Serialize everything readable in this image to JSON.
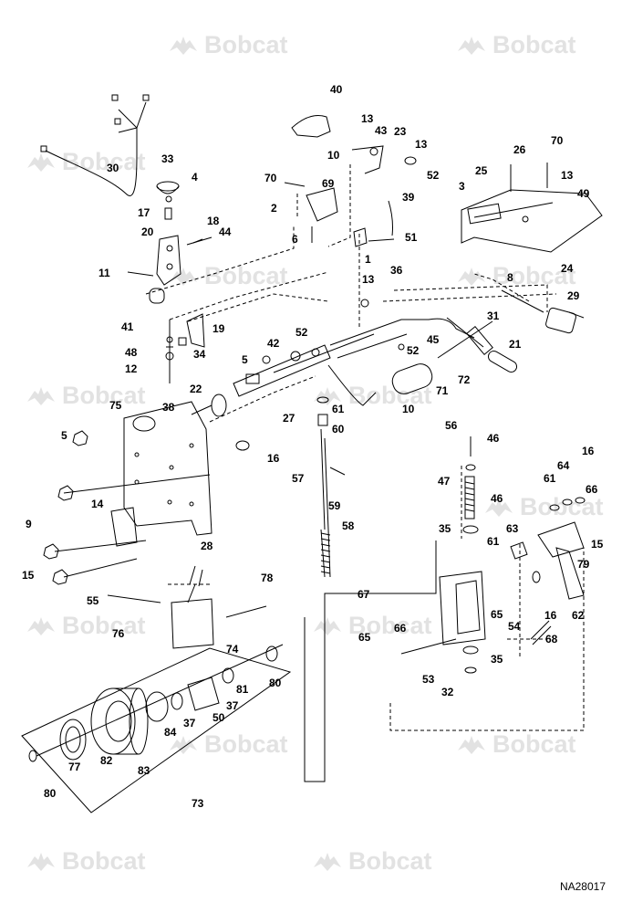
{
  "watermark": {
    "text": "Bobcat",
    "icon": "bobcat-logo-icon",
    "color": "#e2e2e2"
  },
  "drawing_code": "NA28017",
  "callouts": [
    {
      "id": "c40",
      "text": "40"
    },
    {
      "id": "c13a",
      "text": "13"
    },
    {
      "id": "c43",
      "text": "43"
    },
    {
      "id": "c23",
      "text": "23"
    },
    {
      "id": "c13b",
      "text": "13"
    },
    {
      "id": "c10a",
      "text": "10"
    },
    {
      "id": "c52a",
      "text": "52"
    },
    {
      "id": "c26",
      "text": "26"
    },
    {
      "id": "c70a",
      "text": "70"
    },
    {
      "id": "c25",
      "text": "25"
    },
    {
      "id": "c13c",
      "text": "13"
    },
    {
      "id": "c3",
      "text": "3"
    },
    {
      "id": "c49",
      "text": "49"
    },
    {
      "id": "c33",
      "text": "33"
    },
    {
      "id": "c4",
      "text": "4"
    },
    {
      "id": "c30",
      "text": "30"
    },
    {
      "id": "c70b",
      "text": "70"
    },
    {
      "id": "c69",
      "text": "69"
    },
    {
      "id": "c39",
      "text": "39"
    },
    {
      "id": "c2",
      "text": "2"
    },
    {
      "id": "c17",
      "text": "17"
    },
    {
      "id": "c18",
      "text": "18"
    },
    {
      "id": "c44",
      "text": "44"
    },
    {
      "id": "c20",
      "text": "20"
    },
    {
      "id": "c6",
      "text": "6"
    },
    {
      "id": "c51",
      "text": "51"
    },
    {
      "id": "c1",
      "text": "1"
    },
    {
      "id": "c24",
      "text": "24"
    },
    {
      "id": "c11",
      "text": "11"
    },
    {
      "id": "c36",
      "text": "36"
    },
    {
      "id": "c8",
      "text": "8"
    },
    {
      "id": "c13d",
      "text": "13"
    },
    {
      "id": "c29",
      "text": "29"
    },
    {
      "id": "c41",
      "text": "41"
    },
    {
      "id": "c19",
      "text": "19"
    },
    {
      "id": "c31",
      "text": "31"
    },
    {
      "id": "c52b",
      "text": "52"
    },
    {
      "id": "c48",
      "text": "48"
    },
    {
      "id": "c34",
      "text": "34"
    },
    {
      "id": "c45",
      "text": "45"
    },
    {
      "id": "c42",
      "text": "42"
    },
    {
      "id": "c52c",
      "text": "52"
    },
    {
      "id": "c21",
      "text": "21"
    },
    {
      "id": "c12",
      "text": "12"
    },
    {
      "id": "c5a",
      "text": "5"
    },
    {
      "id": "c72",
      "text": "72"
    },
    {
      "id": "c71",
      "text": "71"
    },
    {
      "id": "c38",
      "text": "38"
    },
    {
      "id": "c22",
      "text": "22"
    },
    {
      "id": "c10b",
      "text": "10"
    },
    {
      "id": "c75",
      "text": "75"
    },
    {
      "id": "c27",
      "text": "27"
    },
    {
      "id": "c61a",
      "text": "61"
    },
    {
      "id": "c60",
      "text": "60"
    },
    {
      "id": "c5b",
      "text": "5"
    },
    {
      "id": "c56",
      "text": "56"
    },
    {
      "id": "c46a",
      "text": "46"
    },
    {
      "id": "c16a",
      "text": "16"
    },
    {
      "id": "c16b",
      "text": "16"
    },
    {
      "id": "c57",
      "text": "57"
    },
    {
      "id": "c64",
      "text": "64"
    },
    {
      "id": "c61b",
      "text": "61"
    },
    {
      "id": "c66a",
      "text": "66"
    },
    {
      "id": "c47",
      "text": "47"
    },
    {
      "id": "c59",
      "text": "59"
    },
    {
      "id": "c46b",
      "text": "46"
    },
    {
      "id": "c9",
      "text": "9"
    },
    {
      "id": "c14",
      "text": "14"
    },
    {
      "id": "c58",
      "text": "58"
    },
    {
      "id": "c35a",
      "text": "35"
    },
    {
      "id": "c63",
      "text": "63"
    },
    {
      "id": "c15a",
      "text": "15"
    },
    {
      "id": "c61c",
      "text": "61"
    },
    {
      "id": "c79",
      "text": "79"
    },
    {
      "id": "c28",
      "text": "28"
    },
    {
      "id": "c15b",
      "text": "15"
    },
    {
      "id": "c78",
      "text": "78"
    },
    {
      "id": "c67",
      "text": "67"
    },
    {
      "id": "c62",
      "text": "62"
    },
    {
      "id": "c16c",
      "text": "16"
    },
    {
      "id": "c55",
      "text": "55"
    },
    {
      "id": "c65a",
      "text": "65"
    },
    {
      "id": "c65b",
      "text": "65"
    },
    {
      "id": "c66b",
      "text": "66"
    },
    {
      "id": "c54",
      "text": "54"
    },
    {
      "id": "c76",
      "text": "76"
    },
    {
      "id": "c68",
      "text": "68"
    },
    {
      "id": "c74",
      "text": "74"
    },
    {
      "id": "c53",
      "text": "53"
    },
    {
      "id": "c35b",
      "text": "35"
    },
    {
      "id": "c80a",
      "text": "80"
    },
    {
      "id": "c81",
      "text": "81"
    },
    {
      "id": "c37a",
      "text": "37"
    },
    {
      "id": "c32",
      "text": "32"
    },
    {
      "id": "c37b",
      "text": "37"
    },
    {
      "id": "c50",
      "text": "50"
    },
    {
      "id": "c84",
      "text": "84"
    },
    {
      "id": "c77",
      "text": "77"
    },
    {
      "id": "c82",
      "text": "82"
    },
    {
      "id": "c83",
      "text": "83"
    },
    {
      "id": "c80b",
      "text": "80"
    },
    {
      "id": "c73",
      "text": "73"
    }
  ]
}
